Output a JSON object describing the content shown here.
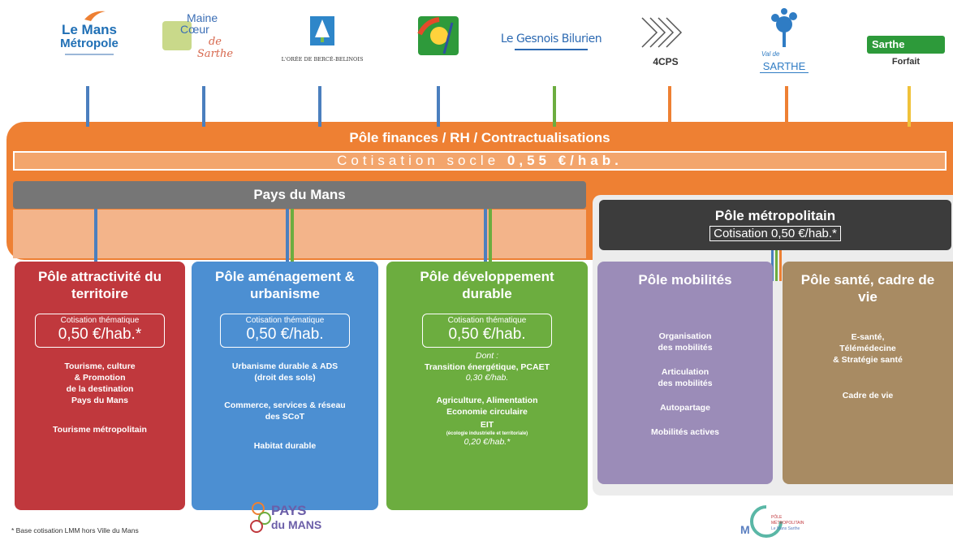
{
  "logos": {
    "le_mans": {
      "line1": "Le Mans",
      "line2": "Métropole"
    },
    "maine_coeur": {
      "line1": "Maine",
      "line2": "Cœur",
      "line3": "de Sarthe"
    },
    "oree": {
      "text": "L'ORÉE DE BERCÉ-BELINOIS"
    },
    "gesnois": {
      "text": "Le Gesnois Bilurien"
    },
    "cps": {
      "text": "4CPS"
    },
    "val_sarthe": {
      "line1": "Val de",
      "line2": "SARTHE"
    },
    "sarthe_forfait": {
      "badge": "Sarthe",
      "text": "Forfait"
    }
  },
  "band": {
    "title": "Pôle finances / RH / Contractualisations",
    "cotisation_prefix": "Cotisation socle ",
    "cotisation_value": "0,55 €/hab."
  },
  "pays": {
    "title": "Pays du Mans"
  },
  "metropolitain": {
    "title": "Pôle métropolitain",
    "cotisation": "Cotisation 0,50 €/hab.*"
  },
  "poles": {
    "attractivite": {
      "title": "Pôle attractivité du territoire",
      "cot_label": "Cotisation thématique",
      "cot_value": "0,50 €/hab.*",
      "items": [
        "Tourisme, culture",
        "& Promotion",
        "de la destination",
        "Pays du Mans"
      ],
      "item2": "Tourisme métropolitain"
    },
    "amenagement": {
      "title": "Pôle aménagement & urbanisme",
      "cot_label": "Cotisation thématique",
      "cot_value": "0,50 €/hab.",
      "item1a": "Urbanisme durable & ADS",
      "item1b": "(droit des sols)",
      "item2a": "Commerce, services & réseau",
      "item2b": "des SCoT",
      "item3": "Habitat durable"
    },
    "developpement": {
      "title": "Pôle développement durable",
      "cot_label": "Cotisation thématique",
      "cot_value": "0,50 €/hab.",
      "dont": "Dont :",
      "item1": "Transition énergétique, PCAET",
      "item1_val": "0,30 €/hab.",
      "item2a": "Agriculture, Alimentation",
      "item2b": "Economie circulaire",
      "item3": "EIT",
      "item3_sub": "(écologie industrielle et territoriale)",
      "item3_val": "0,20 €/hab.*"
    },
    "mobilites": {
      "title": "Pôle mobilités",
      "item1a": "Organisation",
      "item1b": "des mobilités",
      "item2a": "Articulation",
      "item2b": "des mobilités",
      "item3": "Autopartage",
      "item4": "Mobilités actives"
    },
    "sante": {
      "title": "Pôle santé, cadre de vie",
      "item1a": "E-santé,",
      "item1b": "Télémédecine",
      "item1c": "& Stratégie santé",
      "item2": "Cadre de vie"
    }
  },
  "bottom": {
    "footnote": "* Base cotisation LMM hors Ville du Mans",
    "pays_logo_1": "PAYS",
    "pays_logo_2": "du MANS",
    "pm_logo_1": "PÔLE",
    "pm_logo_2": "MÉTROPOLITAIN",
    "pm_logo_3": "Le Mans Sarthe"
  },
  "colors": {
    "orange": "#ee8033",
    "grey_bar": "#767676",
    "dark": "#3c3c3c",
    "red": "#c0383d",
    "blue": "#4c8fd2",
    "green": "#6cad3f",
    "purple": "#9b8cb8",
    "brown": "#a88b63"
  }
}
